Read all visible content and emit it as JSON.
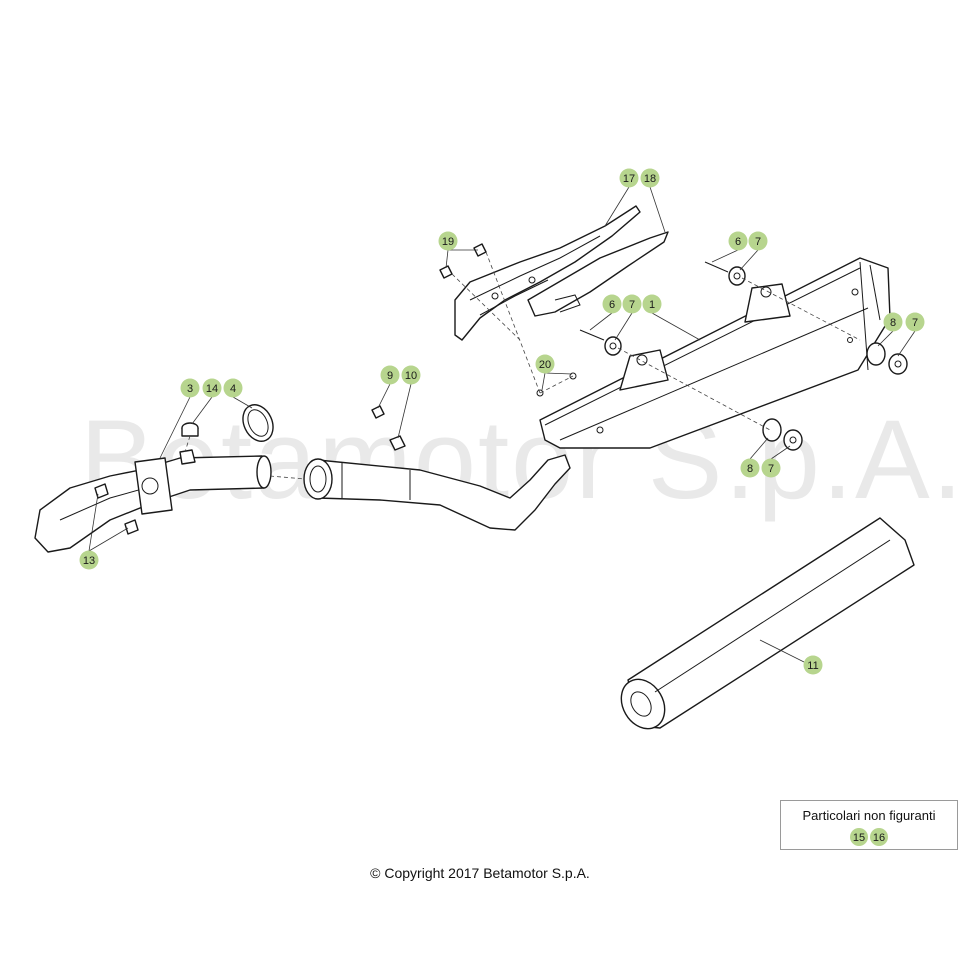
{
  "watermark": "Betamotor S.p.A.",
  "copyright": "© Copyright 2017 Betamotor S.p.A.",
  "legend": {
    "title": "Particolari non figuranti",
    "parts": [
      "15",
      "16"
    ]
  },
  "badge_color": "#b7d58e",
  "callouts": [
    "17",
    "18",
    "19",
    "6",
    "7",
    "6",
    "7",
    "1",
    "8",
    "7",
    "20",
    "9",
    "10",
    "3",
    "14",
    "4",
    "13",
    "8",
    "7",
    "11"
  ]
}
